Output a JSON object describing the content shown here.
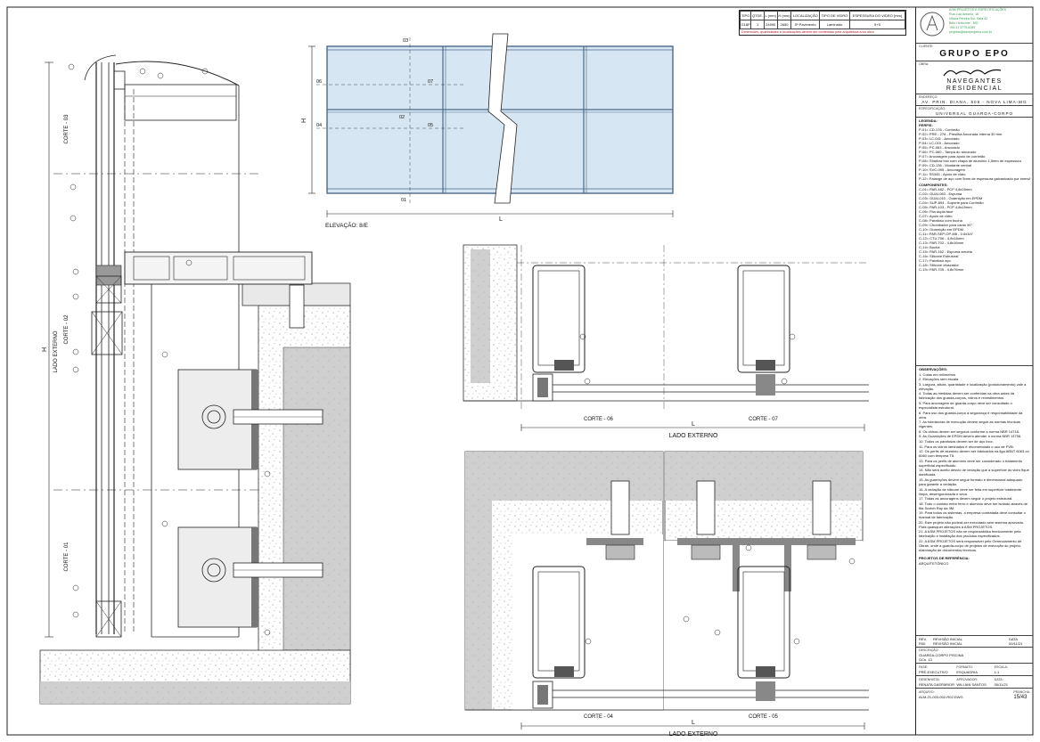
{
  "sheet": {
    "elevation_label": "ELEVAÇÃO: 8/E",
    "lado_externo": "LADO EXTERNO",
    "lado_externo_vertical": "LADO EXTERNO",
    "dim_H": "H",
    "dim_L": "L",
    "corte_labels": {
      "c03": "CORTE - 03",
      "c02": "CORTE - 02",
      "c01": "CORTE - 01",
      "c06": "CORTE - 06",
      "c07": "CORTE - 07",
      "c04": "CORTE - 04",
      "c05": "CORTE - 05"
    },
    "elevation_marks": [
      "03",
      "06",
      "07",
      "02",
      "04",
      "05",
      "01"
    ]
  },
  "spec_table": {
    "headers": [
      "TIPO",
      "QTDE.",
      "L (mm)",
      "H (mm)",
      "LOCALIZAÇÃO",
      "TIPO DE VIDRO",
      "ESPESSURA DO VIDRO (mm)"
    ],
    "row": [
      "G18P",
      "1",
      "24590",
      "2650",
      "5º Pavimento",
      "Laminado",
      "5+5"
    ],
    "note": "Dimensões, quantidades e localizações devem ser conferidas pela arquitetura e/ou obra"
  },
  "title_block": {
    "company_lines": [
      "ASM PROJETOS E ESPECIFICAÇÕES",
      "Rua Luiz Antonio, 16",
      "Vitória Pereira Sul, Sala 42",
      "Belo Horizonte - MG",
      "+55 31 3779-6289",
      "projetos@asmprojetos.com.br"
    ],
    "cliente_label": "CLIENTE:",
    "cliente": "GRUPO EPO",
    "obra_label": "OBRA:",
    "obra_name1": "NAVEGANTES",
    "obra_name2": "RESIDENCIAL",
    "endereco_label": "ENDEREÇO:",
    "endereco": "AV. PRIN. DIANA, 505 - NOVA LIMA-MG",
    "especificacao_label": "ESPECIFICAÇÃO:",
    "especificacao": "UNIVERSAL GUARDA-CORPO",
    "legenda_label": "LEGENDA:",
    "perfis_label": "PERFIS:",
    "perfis": [
      "P-01= CD-176 - Corrimão",
      "P-02= PRE - 276 - Presilha Ancorada Interna 30 mm",
      "P-03= LC-041 - Ancorado",
      "P-04= LC-019 - Ancorado",
      "P-05= PC-063 - Ancorado",
      "P-06= PC-060 - Tampa do ancorado",
      "P-07= Ancoragem para apoio de corrimão",
      "P-08= Shadow box com chapa de alumínio 1,5mm de espessura",
      "P-09= CD-136 - Montante central",
      "P-10= SVC-095 - Ancoragem",
      "P-11= SS345 - Apoio de vidro",
      "P-12= Falange de aço com 5mm de espessura galvanizado por imersão a quente conforme NBR7008"
    ],
    "componentes_label": "COMPONENTES:",
    "componentes": [
      "C-01= PAR-482 - PCP 4,8x25mm",
      "C-02= GUAI-063 - Espuma",
      "C-03= GUAI-010 - Guarnição em EPDM",
      "C-04= SUP-894 - Suporte para Corrimão",
      "C-05= PAR-103 - PCP 4,8x19mm",
      "C-06= Fita dupla face",
      "C-07= Apoio de vidro",
      "C-08= Parafuso com bucha",
      "C-09= Chumbador para canto 90°",
      "C-10= Guarnição em EPDM",
      "C-11= PAR-SEP-OP-M8 - 1/4x3/4\"",
      "C-12= CTU-706 - 4,8x16mm",
      "C-13= PAR-702 - 4,8x16mm",
      "C-14= Bucha",
      "C-15= PAR-162 - Espuma arruela",
      "C-16= Silicone Estrutural",
      "C-17= Parafuso aço",
      "C-18= Silicone ofuscador",
      "C-19= PAR-705 - 4,8x76mm"
    ],
    "obs_label": "OBSERVAÇÕES:",
    "observacoes": [
      "1. Cotas em milímetros",
      "2. Elevações sem escala",
      "3. Largura, altura, quantidade e localização (posicionamento) vale a elevação.",
      "4. Todas as medidas devem ser conferidas na obra antes da fabricação dos guarda-corpos, vidros e revestimentos.",
      "5. Para ancoragem de guarda-corpo deve ser consultado o especialista estrutural.",
      "6. Para uso dos guarda-corpo a segurança é responsabilidade da obra.",
      "7. As tolerâncias de execução devem seguir as normas técnicas vigentes.",
      "8. Os vidros devem ser seguros conforme a norma NBR 14718.",
      "9. As Guarnições de EPDM devem atender à norma NBR 13756.",
      "10. Todos os parafusos devem ser de aço inox.",
      "11. Para os vidros laminados é recomendado o uso de PVB.",
      "12. Os perfis de alumínio devem ser fabricados na liga ABNT 6063 ou 6060 com têmpera T5.",
      "13. Para os perfis de alumínio deve ser considerado o tratamento superficial especificado.",
      "14. Não será aceito desvio de vedação que a superfície do vidro fique danificada.",
      "15. As guarnições devem seguir formato e dimensional adequado para garantir a vedação.",
      "16. A vedação de silicone deve ser feita em superfície totalmente limpa, desengordurada e seca.",
      "17. Todas as ancoragens devem seguir o projeto estrutural.",
      "18. Todo o contato entre ferro e alumínio deve ser isolado através de fita Scotch Ray da 3M.",
      "19. Para todos os sistemas, a empresa contratada deve consultar o manual de fabricação.",
      "20. Este projeto não poderá ser executado sem sistema aprovado. Para quaisquer alterações à ASM PROJETOS.",
      "21. A ASM PROJETOS não se responsabiliza tecnicamente pela fabricação e instalação dos produtos especificados.",
      "22. A ASM PROJETOS será responsável pelo Gerenciamento de Obras, onde a guarda-corpo de projetos de execução do projeto, elaboração de documentos técnicos."
    ],
    "projetos_ref_label": "PROJETOS DE REFERÊNCIA:",
    "projetos_ref": "ARQUITETÔNICO",
    "rev_headers": [
      "REV.",
      "REVISÃO INICIAL",
      "DATA"
    ],
    "rev_row": [
      "R00",
      "REVISÃO INICIAL",
      "00/11/21"
    ],
    "descricao_label": "DESCRIÇÃO:",
    "descricao": "GUARDA-CORPO PISCINA",
    "descricao2": "GCs. 13",
    "fase_label": "FASE:",
    "fase": "PRÉ-EXECUTIVO",
    "escala_label": "ESCALA:",
    "escala": "1:1",
    "formato_label": "FORMATO:",
    "formato": "ESQUADRIA",
    "desenhista_label": "DESENHISTA:",
    "desenhista": "RENATA GASPARIOR",
    "aprovador_label": "APROVADOR:",
    "aprovador": "WILLIAN SANTOS",
    "data_label": "DATA:",
    "data": "00/11/21",
    "arquivo_label": "ARQUIVO:",
    "arquivo": "ALM-21-003-002-R02.DWG",
    "prancha_label": "PRANCHA:",
    "prancha": "15/43"
  },
  "colors": {
    "glass": "#d6e6f3",
    "glass_line": "#4b6a86",
    "concrete": "#cfcfcf",
    "note_red": "#b01818",
    "green": "#3a9a55"
  }
}
